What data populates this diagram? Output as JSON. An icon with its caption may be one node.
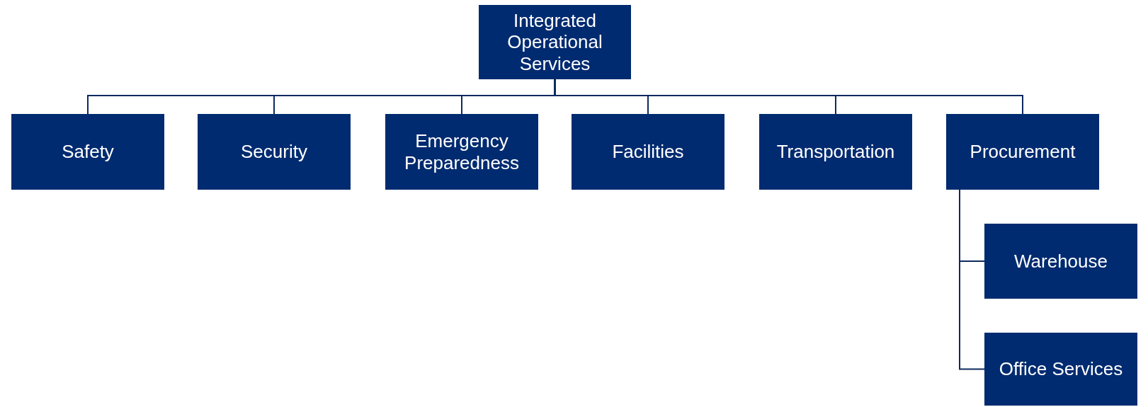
{
  "diagram": {
    "nodes": [
      {
        "text": [
          "Integrated Operational Services"
        ]
      },
      {
        "text": [
          "Safety"
        ]
      },
      {
        "text": [
          "Security"
        ]
      },
      {
        "text": [
          "Emergency Preparedness"
        ]
      },
      {
        "text": [
          "Facilities"
        ]
      },
      {
        "text": [
          "Transportation"
        ]
      },
      {
        "text": [
          "Procurement"
        ]
      },
      {
        "text": [
          "Warehouse"
        ]
      },
      {
        "text": [
          "Office Services"
        ]
      }
    ],
    "edges": [
      {
        "from": 0,
        "to": 1,
        "arrow": "none"
      },
      {
        "from": 0,
        "to": 2,
        "arrow": "none"
      },
      {
        "from": 0,
        "to": 3,
        "arrow": "none"
      },
      {
        "from": 0,
        "to": 4,
        "arrow": "none"
      },
      {
        "from": 0,
        "to": 5,
        "arrow": "none"
      },
      {
        "from": 0,
        "to": 6,
        "arrow": "none"
      },
      {
        "from": 6,
        "to": 7,
        "arrow": "none"
      },
      {
        "from": 6,
        "to": 8,
        "arrow": "none"
      }
    ]
  }
}
